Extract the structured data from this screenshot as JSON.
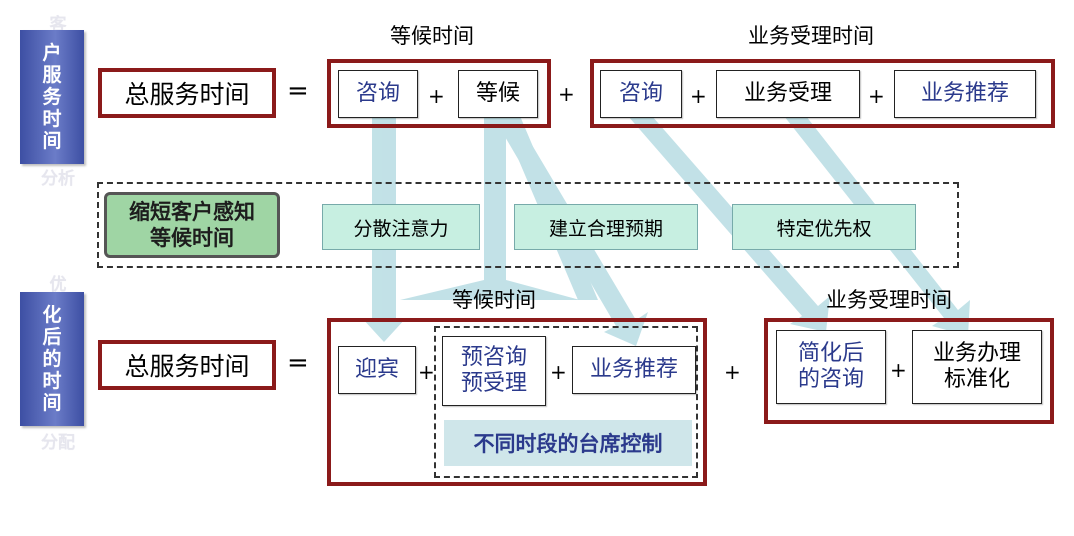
{
  "customer_analysis": {
    "tab_chars": [
      "户",
      "服",
      "务",
      "时",
      "间"
    ],
    "ghost_top": "客",
    "ghost_bottom": "分析",
    "total_label": "总服务时间",
    "equals": "=",
    "wait_group_label": "等候时间",
    "business_group_label": "业务受理时间",
    "wait_items": [
      "咨询",
      "等候"
    ],
    "business_items": [
      "咨询",
      "业务受理",
      "业务推荐"
    ],
    "plus": "+"
  },
  "shorten": {
    "title": "缩短客户感知等候时间",
    "strategies": [
      "分散注意力",
      "建立合理预期",
      "特定优先权"
    ]
  },
  "optimized": {
    "tab_chars": [
      "化",
      "后",
      "的",
      "时",
      "间"
    ],
    "ghost_top": "优",
    "ghost_bottom": "分配",
    "total_label": "总服务时间",
    "equals": "=",
    "wait_group_label": "等候时间",
    "business_group_label": "业务受理时间",
    "welcome": "迎宾",
    "pre_consult": "预咨询\n预受理",
    "recommend": "业务推荐",
    "counter_control": "不同时段的台席控制",
    "simplified_consult": "简化后\n的咨询",
    "standardized": "业务办理\n标准化",
    "plus": "+"
  },
  "colors": {
    "box_border": "#8b1a1a",
    "tab_blue": "#4a5cb0",
    "green_title": "#9fd5a4",
    "mint": "#c7efe1",
    "arrow": "#bfe0e6",
    "text_blue": "#2b3a8c"
  }
}
